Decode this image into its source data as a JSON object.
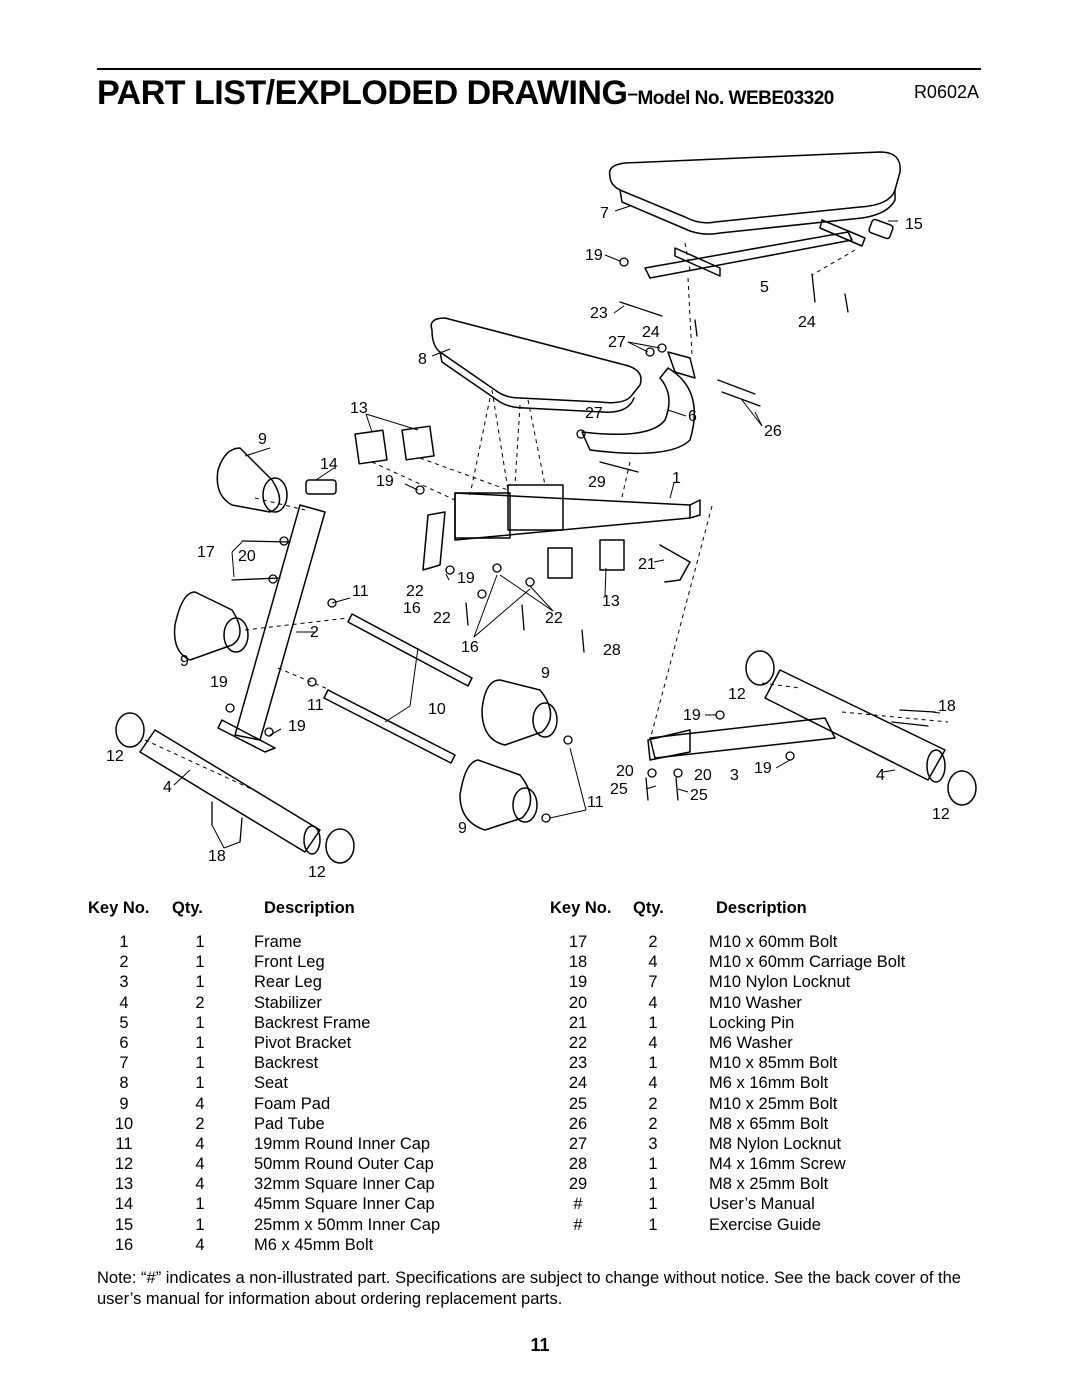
{
  "header": {
    "title": "PART LIST/EXPLODED DRAWING",
    "dash": "–",
    "model": "Model No. WEBE03320",
    "code": "R0602A"
  },
  "drawing": {
    "callouts": [
      "7",
      "15",
      "19",
      "5",
      "23",
      "24",
      "27",
      "24",
      "8",
      "13",
      "27",
      "6",
      "26",
      "9",
      "14",
      "19",
      "29",
      "1",
      "17",
      "20",
      "21",
      "11",
      "22",
      "19",
      "16",
      "22",
      "13",
      "22",
      "2",
      "16",
      "28",
      "9",
      "9",
      "19",
      "11",
      "10",
      "12",
      "18",
      "19",
      "19",
      "12",
      "20",
      "20",
      "3",
      "19",
      "4",
      "4",
      "25",
      "25",
      "11",
      "12",
      "18",
      "12",
      "9"
    ]
  },
  "table_headers": {
    "key": "Key No.",
    "qty": "Qty.",
    "desc": "Description"
  },
  "parts_left": [
    {
      "key": "1",
      "qty": "1",
      "desc": "Frame"
    },
    {
      "key": "2",
      "qty": "1",
      "desc": "Front Leg"
    },
    {
      "key": "3",
      "qty": "1",
      "desc": "Rear Leg"
    },
    {
      "key": "4",
      "qty": "2",
      "desc": "Stabilizer"
    },
    {
      "key": "5",
      "qty": "1",
      "desc": "Backrest Frame"
    },
    {
      "key": "6",
      "qty": "1",
      "desc": "Pivot Bracket"
    },
    {
      "key": "7",
      "qty": "1",
      "desc": "Backrest"
    },
    {
      "key": "8",
      "qty": "1",
      "desc": "Seat"
    },
    {
      "key": "9",
      "qty": "4",
      "desc": "Foam Pad"
    },
    {
      "key": "10",
      "qty": "2",
      "desc": "Pad Tube"
    },
    {
      "key": "11",
      "qty": "4",
      "desc": "19mm Round Inner Cap"
    },
    {
      "key": "12",
      "qty": "4",
      "desc": "50mm Round Outer Cap"
    },
    {
      "key": "13",
      "qty": "4",
      "desc": "32mm Square Inner Cap"
    },
    {
      "key": "14",
      "qty": "1",
      "desc": "45mm Square Inner Cap"
    },
    {
      "key": "15",
      "qty": "1",
      "desc": "25mm x 50mm Inner Cap"
    },
    {
      "key": "16",
      "qty": "4",
      "desc": "M6 x 45mm Bolt"
    }
  ],
  "parts_right": [
    {
      "key": "17",
      "qty": "2",
      "desc": "M10 x 60mm Bolt"
    },
    {
      "key": "18",
      "qty": "4",
      "desc": "M10 x 60mm Carriage Bolt"
    },
    {
      "key": "19",
      "qty": "7",
      "desc": "M10 Nylon Locknut"
    },
    {
      "key": "20",
      "qty": "4",
      "desc": "M10 Washer"
    },
    {
      "key": "21",
      "qty": "1",
      "desc": "Locking Pin"
    },
    {
      "key": "22",
      "qty": "4",
      "desc": "M6 Washer"
    },
    {
      "key": "23",
      "qty": "1",
      "desc": "M10 x 85mm Bolt"
    },
    {
      "key": "24",
      "qty": "4",
      "desc": "M6 x 16mm Bolt"
    },
    {
      "key": "25",
      "qty": "2",
      "desc": "M10 x 25mm Bolt"
    },
    {
      "key": "26",
      "qty": "2",
      "desc": "M8 x 65mm Bolt"
    },
    {
      "key": "27",
      "qty": "3",
      "desc": "M8 Nylon Locknut"
    },
    {
      "key": "28",
      "qty": "1",
      "desc": "M4 x 16mm Screw"
    },
    {
      "key": "29",
      "qty": "1",
      "desc": "M8 x 25mm Bolt"
    },
    {
      "key": "#",
      "qty": "1",
      "desc": "User’s Manual"
    },
    {
      "key": "#",
      "qty": "1",
      "desc": "Exercise Guide"
    }
  ],
  "note": "Note: “#” indicates a non-illustrated part. Specifications are subject to change without notice. See the back cover of the user’s manual for information about ordering replacement parts.",
  "page_number": "11"
}
